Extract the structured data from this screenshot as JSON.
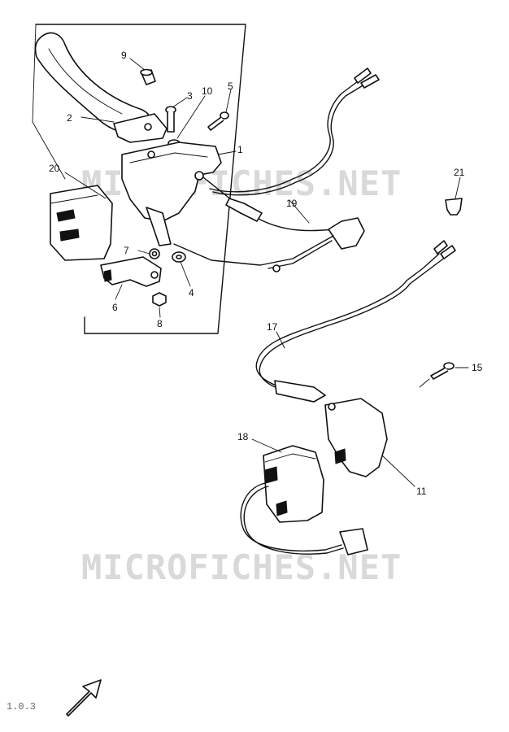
{
  "watermarks": [
    "MICROFICHES.NET",
    "MICROFICHES.NET"
  ],
  "corner_code": "1.0.3",
  "labels": {
    "p1": "1",
    "p2": "2",
    "p3": "3",
    "p4": "4",
    "p5": "5",
    "p6": "6",
    "p7": "7",
    "p8": "8",
    "p9": "9",
    "p10": "10",
    "p11": "11",
    "p15": "15",
    "p17": "17",
    "p18": "18",
    "p19": "19",
    "p20": "20",
    "p21": "21"
  },
  "icons": {
    "direction_arrow": "front-arrow-icon"
  }
}
